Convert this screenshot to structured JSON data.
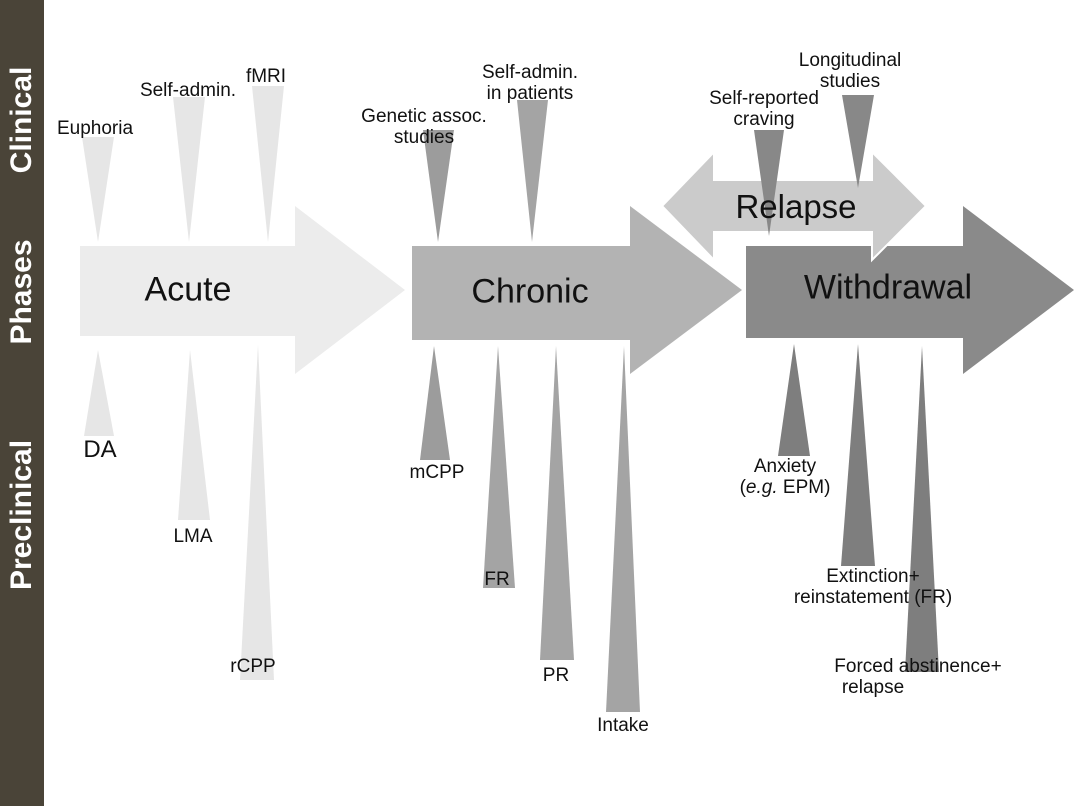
{
  "side_labels": {
    "clinical": "Clinical",
    "phases": "Phases",
    "preclinical": "Preclinical"
  },
  "phases": {
    "acute": "Acute",
    "chronic": "Chronic",
    "withdrawal": "Withdrawal",
    "relapse": "Relapse"
  },
  "clinical": {
    "euphoria": "Euphoria",
    "self_admin": "Self-admin.",
    "fmri": "fMRI",
    "genetic_line1": "Genetic assoc.",
    "genetic_line2": "studies",
    "self_admin_patients_line1": "Self-admin.",
    "self_admin_patients_line2": "in patients",
    "craving_line1": "Self-reported",
    "craving_line2": "craving",
    "longitudinal_line1": "Longitudinal",
    "longitudinal_line2": "studies"
  },
  "preclinical": {
    "da": "DA",
    "lma": "LMA",
    "rcpp": "rCPP",
    "mcpp": "mCPP",
    "fr": "FR",
    "pr": "PR",
    "intake": "Intake",
    "anxiety_line1": "Anxiety",
    "anxiety_eg": "e.g.",
    "anxiety_rest": " EPM)",
    "extinction_line1": "Extinction+",
    "extinction_line2": "reinstatement (FR)",
    "forced_line1": "Forced abstinence+",
    "forced_line2": "relapse"
  },
  "colors": {
    "sidebar": "#4a4438",
    "acute": "#ececec",
    "chronic": "#b3b3b3",
    "withdrawal": "#8a8a8a",
    "relapse": "#cbcbcb"
  }
}
